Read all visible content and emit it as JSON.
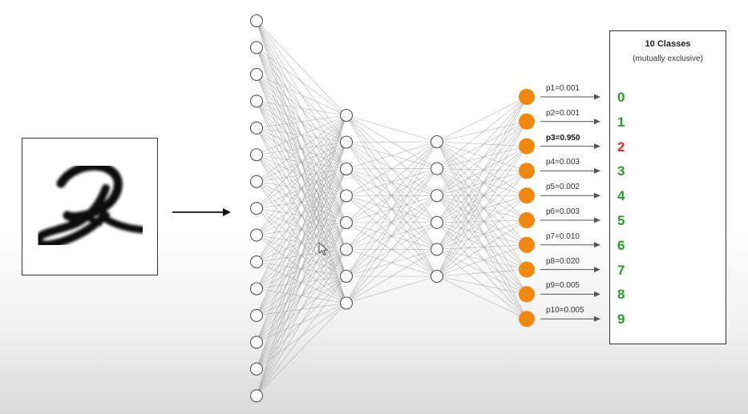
{
  "network": {
    "layers": [
      15,
      8,
      6,
      10
    ],
    "node_fill": "#ffffff",
    "node_stroke": "#555555",
    "output_fill": "#f0870f",
    "edge_color": "#9a9a9a"
  },
  "input_image": {
    "depicts": "handwritten digit 2 (MNIST)"
  },
  "outputs": [
    {
      "prob": "p1=0.001",
      "class": "0",
      "color": "#2a9a2a",
      "bold": false
    },
    {
      "prob": "p2=0.001",
      "class": "1",
      "color": "#2a9a2a",
      "bold": false
    },
    {
      "prob": "p3=0.950",
      "class": "2",
      "color": "#d42a2a",
      "bold": true
    },
    {
      "prob": "p4=0.003",
      "class": "3",
      "color": "#2a9a2a",
      "bold": false
    },
    {
      "prob": "p5=0.002",
      "class": "4",
      "color": "#2a9a2a",
      "bold": false
    },
    {
      "prob": "p6=0.003",
      "class": "5",
      "color": "#2a9a2a",
      "bold": false
    },
    {
      "prob": "p7=0.010",
      "class": "6",
      "color": "#2a9a2a",
      "bold": false
    },
    {
      "prob": "p8=0.020",
      "class": "7",
      "color": "#2a9a2a",
      "bold": false
    },
    {
      "prob": "p9=0.005",
      "class": "8",
      "color": "#2a9a2a",
      "bold": false
    },
    {
      "prob": "p10=0.005",
      "class": "9",
      "color": "#2a9a2a",
      "bold": false
    }
  ],
  "classes_box": {
    "title": "10 Classes",
    "subtitle": "(mutually exclusive)"
  },
  "icons": {
    "arrow": "arrow-right-icon",
    "cursor": "mouse-pointer-icon"
  }
}
